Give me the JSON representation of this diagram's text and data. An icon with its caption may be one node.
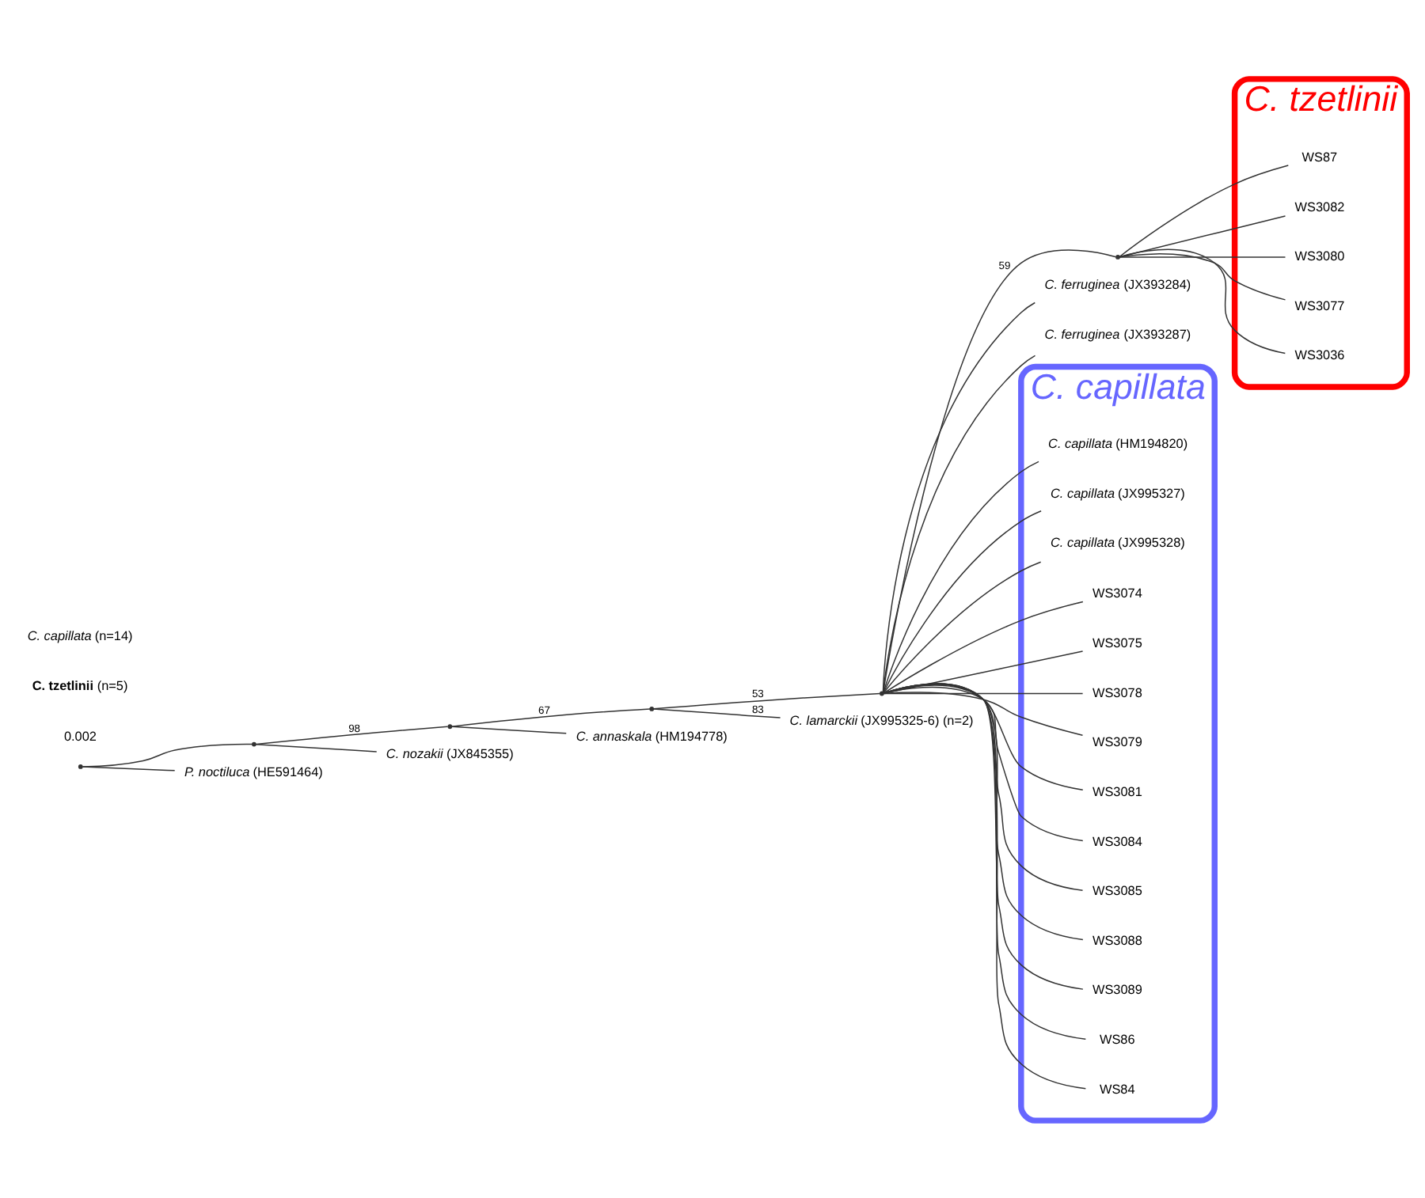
{
  "diagram": {
    "nodes": [
      {
        "text": [],
        "shape": "point"
      },
      {
        "text": [],
        "shape": "point"
      },
      {
        "text": [],
        "shape": "point"
      },
      {
        "text": [],
        "shape": "point"
      },
      {
        "text": [],
        "shape": "point"
      },
      {
        "text": [],
        "shape": "point"
      },
      {
        "text": [
          "*P. noctiluca* (HE591464)"
        ]
      },
      {
        "text": [
          "*C. nozakii* (JX845355)"
        ]
      },
      {
        "text": [
          "*C. annaskala* (HM194778)"
        ]
      },
      {
        "text": [
          "*C. lamarckii* (JX995325-6) (n=2)"
        ]
      },
      {
        "text": [
          "*C. tzetlinii*"
        ]
      },
      {
        "text": [
          "WS87"
        ],
        "in": 10
      },
      {
        "text": [
          "WS3082"
        ],
        "in": 10
      },
      {
        "text": [
          "WS3080"
        ],
        "in": 10
      },
      {
        "text": [
          "WS3077"
        ],
        "in": 10
      },
      {
        "text": [
          "WS3036"
        ],
        "in": 10
      },
      {
        "text": [
          "*C. ferruginea* (JX393284)"
        ]
      },
      {
        "text": [
          "*C. ferruginea* (JX393287)"
        ]
      },
      {
        "text": [
          "*C. capillata*"
        ]
      },
      {
        "text": [
          "*C. capillata* (HM194820)"
        ],
        "in": 18
      },
      {
        "text": [
          "*C. capillata* (JX995327)"
        ],
        "in": 18
      },
      {
        "text": [
          "*C. capillata* (JX995328)"
        ],
        "in": 18
      },
      {
        "text": [
          "WS3074"
        ],
        "in": 18
      },
      {
        "text": [
          "WS3075"
        ],
        "in": 18
      },
      {
        "text": [
          "WS3078"
        ],
        "in": 18
      },
      {
        "text": [
          "WS3079"
        ],
        "in": 18
      },
      {
        "text": [
          "WS3081"
        ],
        "in": 18
      },
      {
        "text": [
          "WS3084"
        ],
        "in": 18
      },
      {
        "text": [
          "WS3085"
        ],
        "in": 18
      },
      {
        "text": [
          "WS3088"
        ],
        "in": 18
      },
      {
        "text": [
          "WS3089"
        ],
        "in": 18
      },
      {
        "text": [
          "WS86"
        ],
        "in": 18
      },
      {
        "text": [
          "WS84"
        ],
        "in": 18
      }
    ],
    "edges": [
      {
        "from": 0,
        "to": 6,
        "arrow": "none"
      },
      {
        "from": 0,
        "to": 1,
        "arrow": "none"
      },
      {
        "from": 1,
        "to": 7,
        "arrow": "none"
      },
      {
        "from": 1,
        "to": 2,
        "arrow": "none",
        "label": "98"
      },
      {
        "from": 2,
        "to": 8,
        "arrow": "none"
      },
      {
        "from": 2,
        "to": 3,
        "arrow": "none",
        "label": "67"
      },
      {
        "from": 3,
        "to": 9,
        "arrow": "none",
        "label": "83"
      },
      {
        "from": 3,
        "to": 4,
        "arrow": "none",
        "label": "53"
      },
      {
        "from": 4,
        "to": 5,
        "arrow": "none",
        "label": "59"
      },
      {
        "from": 5,
        "to": 11,
        "arrow": "none"
      },
      {
        "from": 5,
        "to": 12,
        "arrow": "none"
      },
      {
        "from": 5,
        "to": 13,
        "arrow": "none"
      },
      {
        "from": 5,
        "to": 14,
        "arrow": "none"
      },
      {
        "from": 5,
        "to": 15,
        "arrow": "none"
      },
      {
        "from": 4,
        "to": 16,
        "arrow": "none"
      },
      {
        "from": 4,
        "to": 17,
        "arrow": "none"
      },
      {
        "from": 4,
        "to": 19,
        "arrow": "none"
      },
      {
        "from": 4,
        "to": 20,
        "arrow": "none"
      },
      {
        "from": 4,
        "to": 21,
        "arrow": "none"
      },
      {
        "from": 4,
        "to": 22,
        "arrow": "none"
      },
      {
        "from": 4,
        "to": 23,
        "arrow": "none"
      },
      {
        "from": 4,
        "to": 24,
        "arrow": "none"
      },
      {
        "from": 4,
        "to": 25,
        "arrow": "none"
      },
      {
        "from": 4,
        "to": 26,
        "arrow": "none"
      },
      {
        "from": 4,
        "to": 27,
        "arrow": "none"
      },
      {
        "from": 4,
        "to": 28,
        "arrow": "none"
      },
      {
        "from": 4,
        "to": 29,
        "arrow": "none"
      },
      {
        "from": 4,
        "to": 30,
        "arrow": "none"
      },
      {
        "from": 4,
        "to": 31,
        "arrow": "none"
      },
      {
        "from": 4,
        "to": 32,
        "arrow": "none"
      }
    ],
    "labels": [
      "0.002",
      "**C. tzetlinii** (n=5)",
      "*C. capillata* (n=14)"
    ]
  }
}
